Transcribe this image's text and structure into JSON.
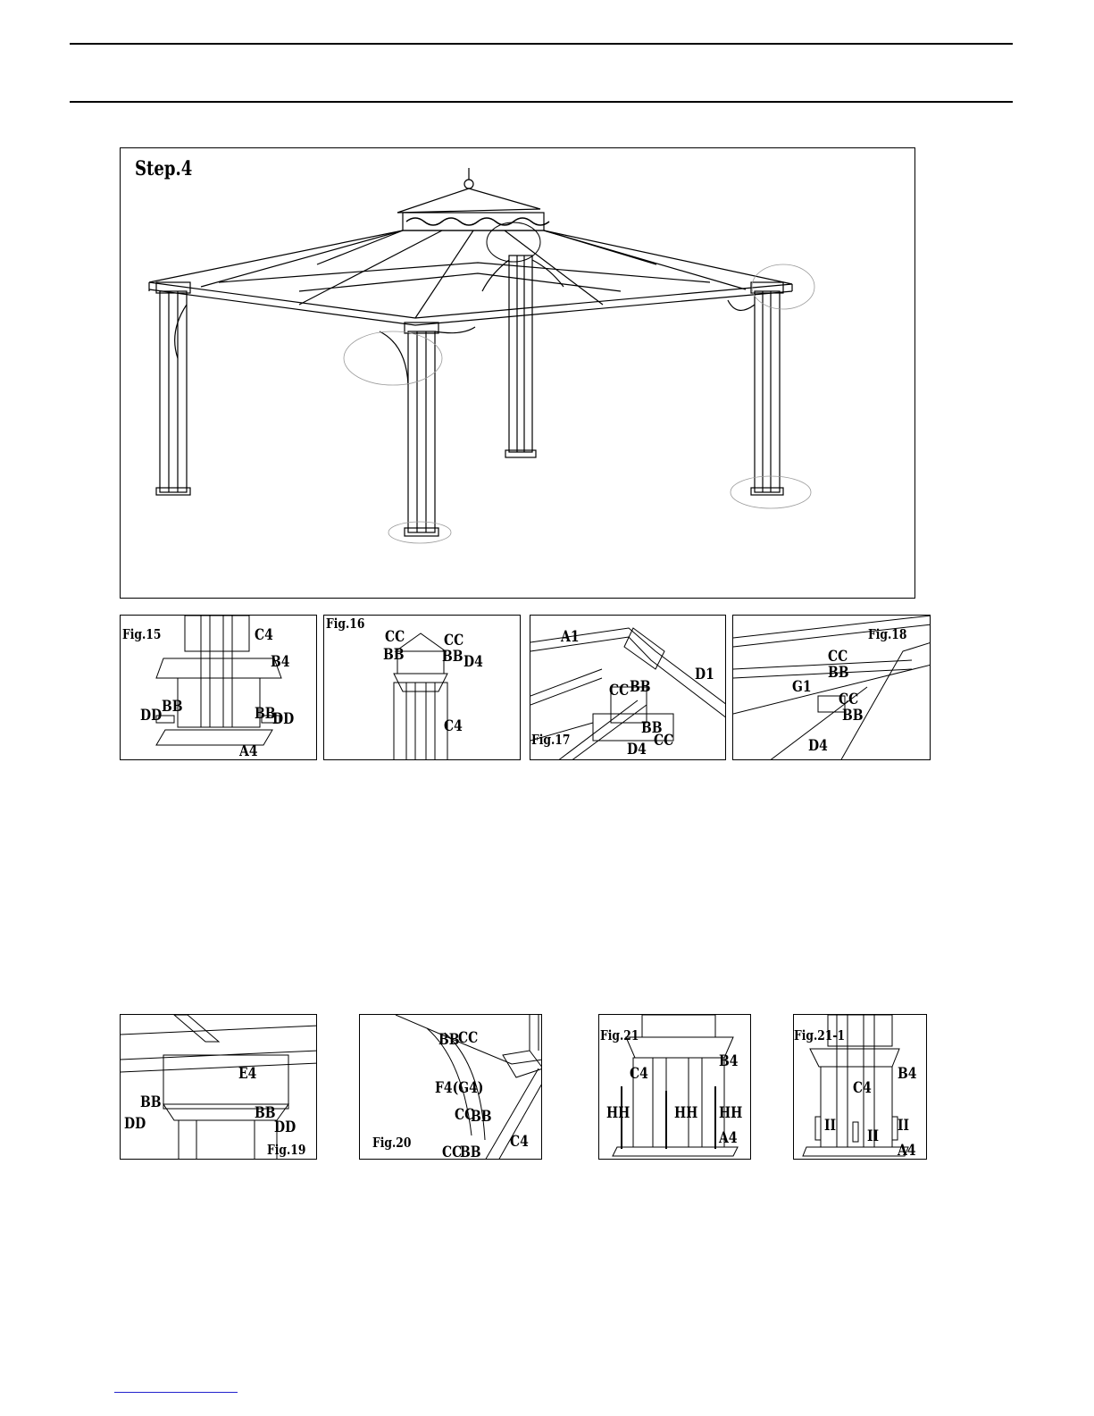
{
  "main": {
    "step_label": "Step.4"
  },
  "figs": {
    "fig15": {
      "title": "Fig.15",
      "labels": [
        "C4",
        "B4",
        "DD",
        "BB",
        "BB",
        "DD",
        "A4"
      ]
    },
    "fig16": {
      "title": "Fig.16",
      "labels": [
        "CC",
        "BB",
        "CC",
        "BB",
        "D4",
        "C4"
      ]
    },
    "fig17": {
      "title": "Fig.17",
      "labels": [
        "A1",
        "D1",
        "CC",
        "BB",
        "BB",
        "CC",
        "D4"
      ]
    },
    "fig18": {
      "title": "Fig.18",
      "labels": [
        "CC",
        "BB",
        "G1",
        "CC",
        "BB",
        "D4"
      ]
    },
    "fig19": {
      "title": "Fig.19",
      "labels": [
        "E4",
        "BB",
        "DD",
        "BB",
        "DD"
      ]
    },
    "fig20": {
      "title": "Fig.20",
      "labels": [
        "BB",
        "CC",
        "F4(G4)",
        "CC",
        "BB",
        "CC",
        "BB",
        "C4"
      ]
    },
    "fig21": {
      "title": "Fig.21",
      "labels": [
        "C4",
        "B4",
        "HH",
        "HH",
        "HH",
        "A4"
      ]
    },
    "fig21_1": {
      "title": "Fig.21-1",
      "labels": [
        "B4",
        "C4",
        "II",
        "II",
        "II",
        "A4"
      ]
    }
  }
}
